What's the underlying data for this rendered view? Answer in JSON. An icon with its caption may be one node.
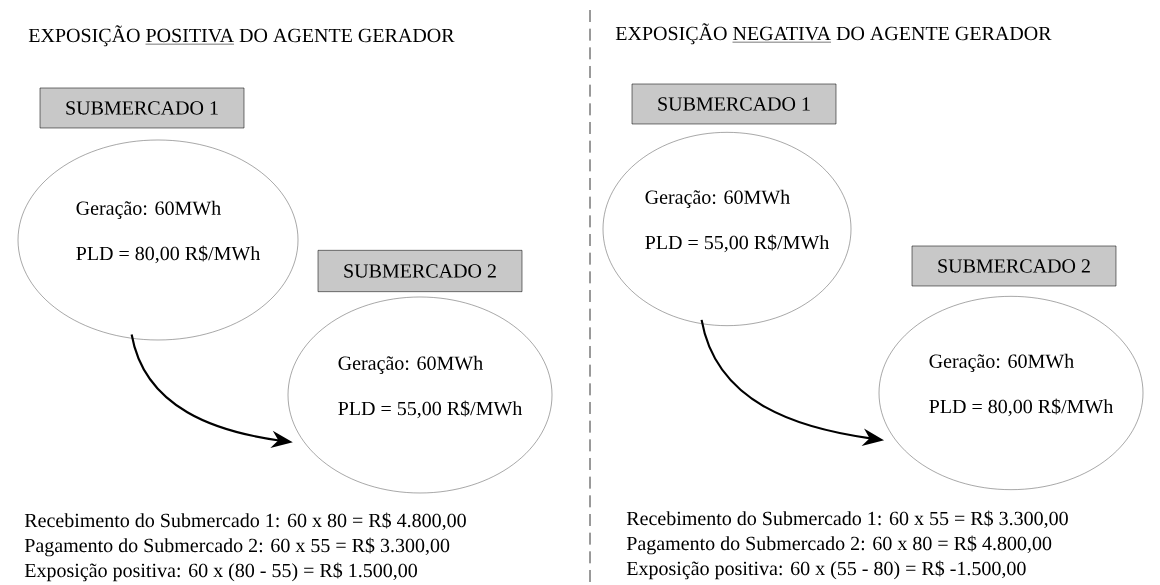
{
  "diagram": {
    "nodes": [
      {
        "text": [
          "SUBMERCADO 1"
        ]
      },
      {
        "text": [
          "Geração: 60MWh",
          "PLD = 80,00 R$/MWh"
        ]
      },
      {
        "text": [
          "SUBMERCADO 2"
        ]
      },
      {
        "text": [
          "Geração: 60MWh",
          "PLD = 55,00 R$/MWh"
        ]
      },
      {
        "text": [
          "SUBMERCADO 1"
        ]
      },
      {
        "text": [
          "Geração: 60MWh",
          "PLD = 55,00 R$/MWh"
        ]
      },
      {
        "text": [
          "SUBMERCADO 2"
        ]
      },
      {
        "text": [
          "Geração: 60MWh",
          "PLD = 80,00 R$/MWh"
        ]
      }
    ],
    "edges": [
      {
        "from": 1,
        "to": 3,
        "arrow": "to"
      },
      {
        "from": 5,
        "to": 7,
        "arrow": "to"
      }
    ],
    "labels": [
      "EXPOSIÇÃO",
      "POSITIVA",
      "DO AGENTE GERADOR",
      "EXPOSIÇÃO",
      "NEGATIVA",
      "DO AGENTE GERADOR",
      "Recebimento do Submercado 1: 60 x 80 = R$ 4.800,00",
      "Pagamento do Submercado 2: 60 x 55 = R$ 3.300,00",
      "Exposição positiva: 60 x (80 - 55) = R$ 1.500,00",
      "Recebimento do Submercado 1: 60 x 55 = R$ 3.300,00",
      "Pagamento do Submercado 2: 60 x 80 = R$ 4.800,00",
      "Exposição positiva: 60 x (55 - 80) = R$ -1.500,00"
    ]
  }
}
